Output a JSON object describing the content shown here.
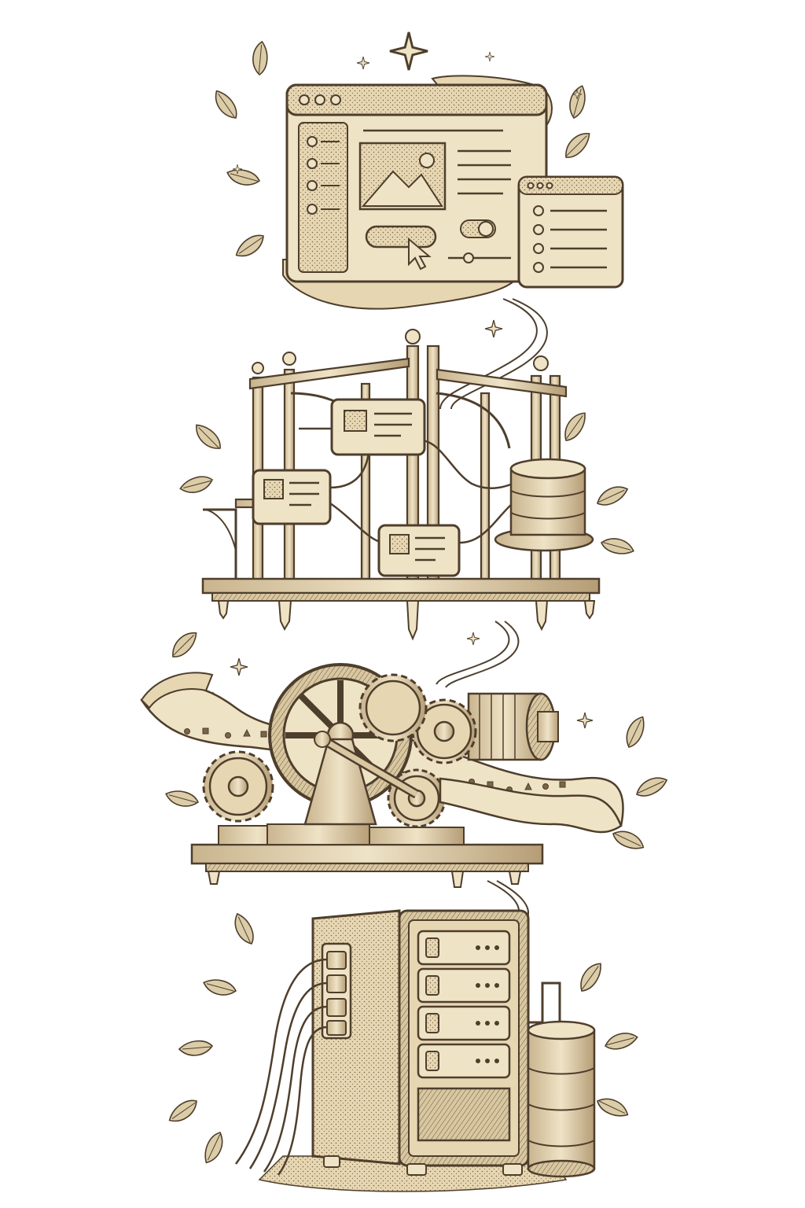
{
  "illustration": {
    "style": "engraved sepia vintage illustration",
    "layers": [
      "user-interface-window",
      "component-scaffold",
      "gear-machine-engine",
      "server-tower"
    ],
    "colors": {
      "paper": "#efe3c6",
      "paper_light": "#f6edd6",
      "ink": "#4e3e2c",
      "ink_soft": "#7a6548",
      "shade": "#cdb994",
      "shade_dark": "#a8916b",
      "leaf": "#dccda9"
    },
    "icons": [
      "sparkle-icon",
      "cursor-arrow-icon",
      "mountain-image-icon",
      "database-icon",
      "gear-icon",
      "leaf-icon"
    ]
  }
}
